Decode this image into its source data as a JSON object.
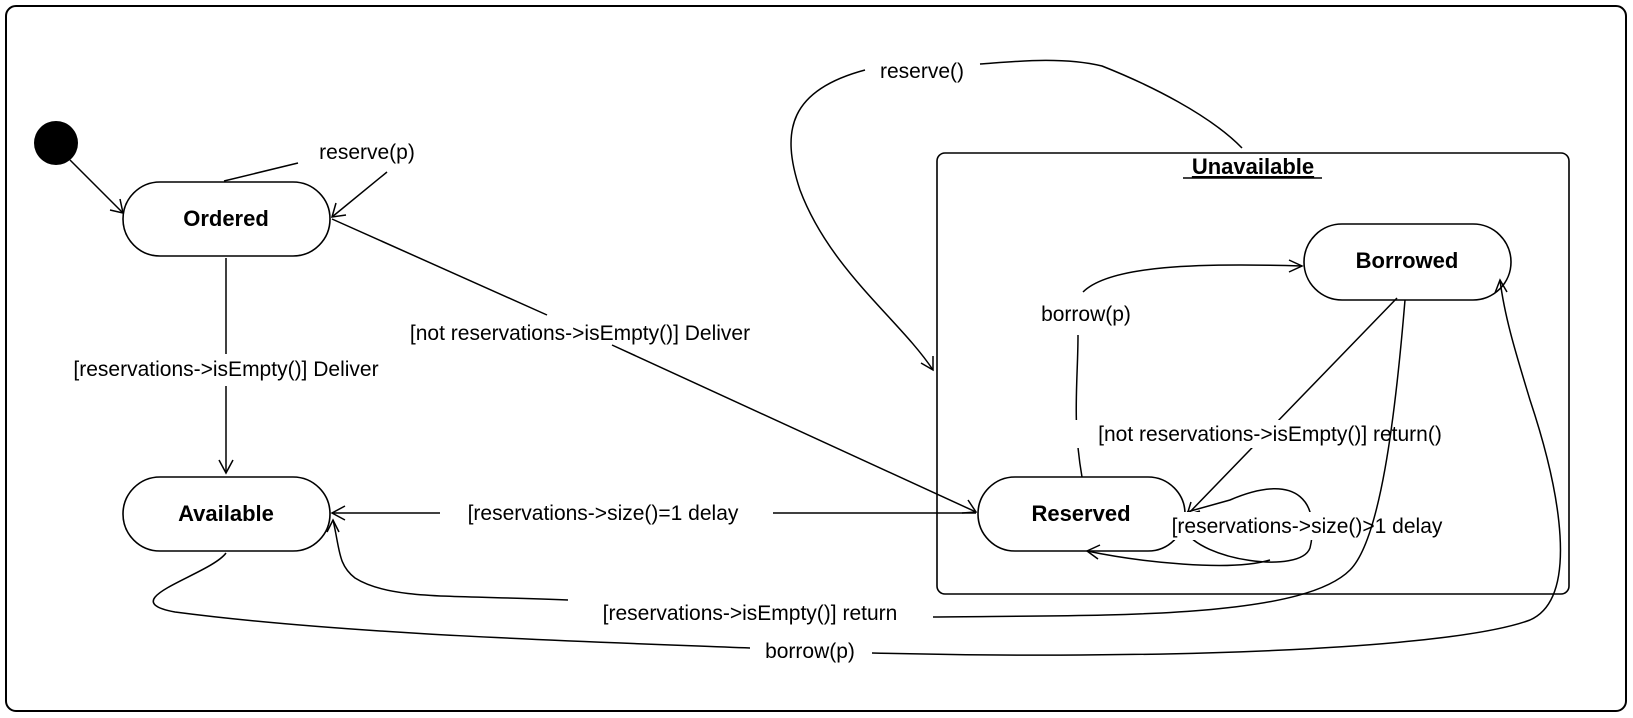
{
  "diagram": {
    "composite_state": {
      "name": "Unavailable"
    },
    "states": {
      "ordered": "Ordered",
      "available": "Available",
      "reserved": "Reserved",
      "borrowed": "Borrowed"
    },
    "transitions": {
      "reserve_p_self": "reserve(p)",
      "reserve_unavailable": "reserve()",
      "ordered_to_available": "[reservations->isEmpty()] Deliver",
      "ordered_to_reserved": "[not reservations->isEmpty()] Deliver",
      "reserved_to_available": "[reservations->size()=1 delay",
      "reserved_self": "[reservations->size()>1 delay",
      "reserved_to_borrowed": "borrow(p)",
      "borrowed_to_reserved": "[not reservations->isEmpty()] return()",
      "borrowed_to_available": "[reservations->isEmpty()] return",
      "available_to_borrowed": "borrow(p)"
    }
  }
}
